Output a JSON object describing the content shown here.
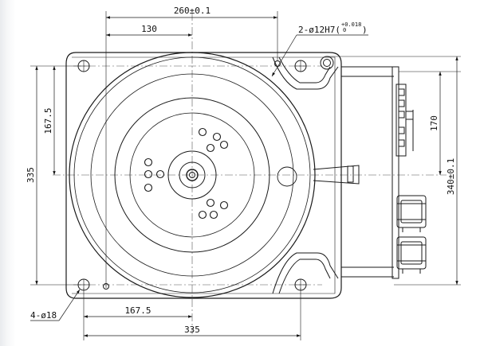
{
  "drawing": {
    "dimensions": {
      "overall_width": "260±0.1",
      "half_width": "130",
      "locating_hole_pre": "2-ø12H7(",
      "locating_hole_tol_upper": "+0.018",
      "locating_hole_tol_lower": "0",
      "locating_hole_post": ")",
      "left_vertical_half": "167.5",
      "left_vertical_full": "335",
      "right_vertical_upper": "170",
      "right_vertical_full": "340±0.1",
      "mounting_holes": "4-ø18",
      "bottom_half": "167.5",
      "bottom_full": "335"
    },
    "colors": {
      "line": "#1a1a1a",
      "center_line": "#555555",
      "background": "#ffffff"
    }
  }
}
